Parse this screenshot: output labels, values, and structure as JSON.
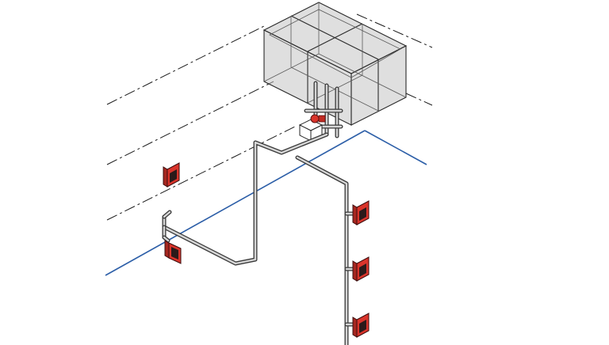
{
  "colors": {
    "grid_line": "#2d5fa8",
    "pipe": "#3a3a3a",
    "equipment": "#d9342b",
    "tank": "#c4c4c4"
  },
  "elements": {
    "water_tank": "water-tank",
    "fire_cabinets": 5,
    "pump_valve": "pump-assembly"
  }
}
